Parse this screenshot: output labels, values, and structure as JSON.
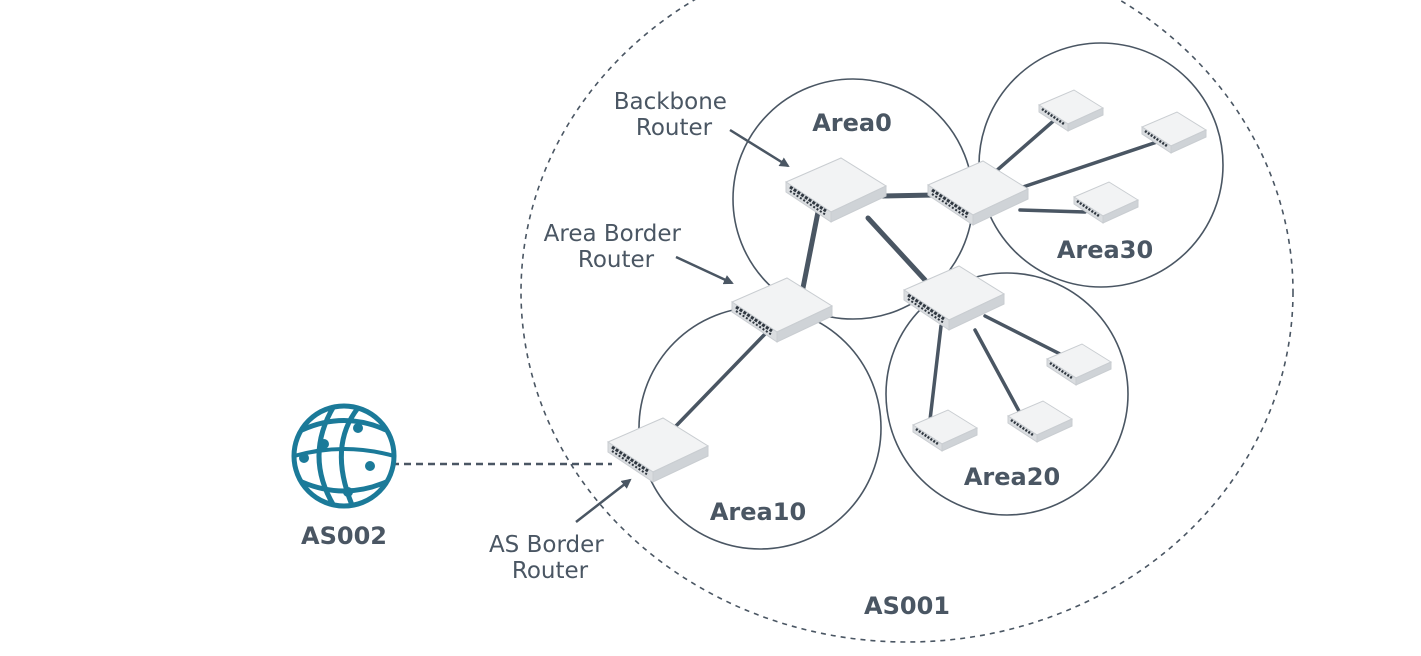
{
  "labels": {
    "area0": "Area0",
    "area10": "Area10",
    "area20": "Area20",
    "area30": "Area30",
    "as001": "AS001",
    "as002": "AS002"
  },
  "callouts": {
    "backbone_router": [
      "Backbone",
      "Router"
    ],
    "area_border_router": [
      "Area Border",
      "Router"
    ],
    "as_border_router": [
      "AS Border",
      "Router"
    ]
  },
  "colors": {
    "text": "#4a5663",
    "line": "#4a5663",
    "globe": "#1b7a99",
    "router_top": "#f2f3f4",
    "router_side": "#d9dcdf"
  },
  "icons": {
    "router": "router-icon",
    "globe": "globe-icon"
  }
}
